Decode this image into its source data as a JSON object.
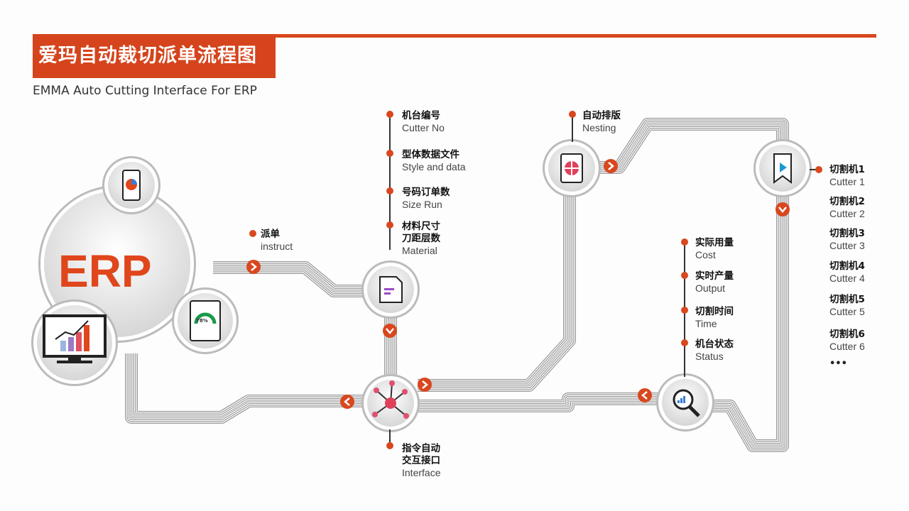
{
  "header": {
    "title": "爱玛自动裁切派单流程图",
    "subtitle": "EMMA Auto Cutting Interface For ERP"
  },
  "erp": {
    "label": "ERP",
    "gauge_value": "78%"
  },
  "instruct": {
    "cn": "派单",
    "en": "instruct"
  },
  "inputs": [
    {
      "cn": "机台编号",
      "en": "Cutter  No"
    },
    {
      "cn": "型体数据文件",
      "en": "Style and data"
    },
    {
      "cn": "号码订单数",
      "en": "Size Run"
    },
    {
      "cn": "材料尺寸",
      "cn2": "刀距层数",
      "en": "Material"
    }
  ],
  "nesting": {
    "cn": "自动排版",
    "en": "Nesting"
  },
  "interface": {
    "cn": "指令自动",
    "cn2": "交互接口",
    "en": "Interface"
  },
  "feedback": [
    {
      "cn": "实际用量",
      "en": "Cost"
    },
    {
      "cn": "实时产量",
      "en": "Output"
    },
    {
      "cn": "切割时间",
      "en": "Time"
    },
    {
      "cn": "机台状态",
      "en": "Status"
    }
  ],
  "cutters": [
    {
      "cn": "切割机1",
      "en": "Cutter 1"
    },
    {
      "cn": "切割机2",
      "en": "Cutter 2"
    },
    {
      "cn": "切割机3",
      "en": "Cutter 3"
    },
    {
      "cn": "切割机4",
      "en": "Cutter 4"
    },
    {
      "cn": "切割机5",
      "en": "Cutter 5"
    },
    {
      "cn": "切割机6",
      "en": "Cutter 6"
    }
  ],
  "more": "•••",
  "colors": {
    "accent": "#d9471e",
    "pipe": "#9a9a9a"
  }
}
